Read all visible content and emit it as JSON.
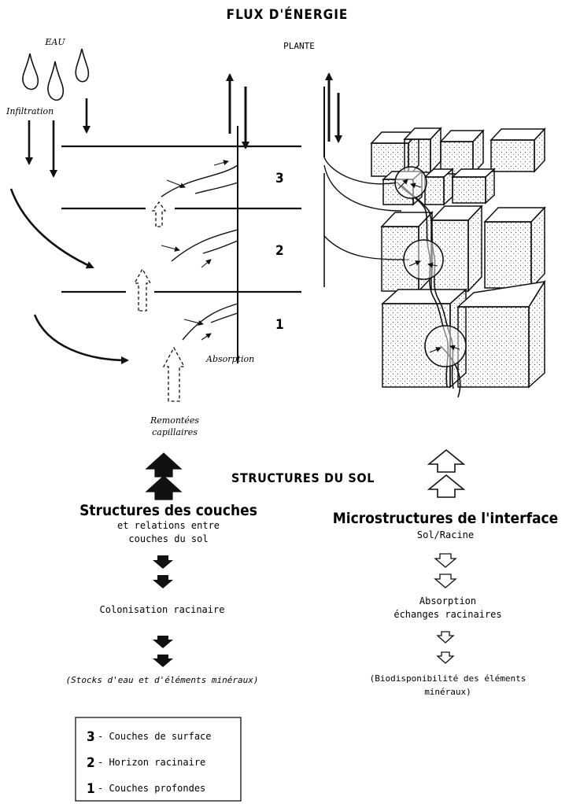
{
  "title": "FLUX D'ÉNERGIE",
  "labels": {
    "eau": "EAU",
    "infiltration": "Infiltration",
    "plante": "PLANTE",
    "absorption": "Absorption",
    "remontees_1": "Remontées",
    "remontees_2": "capillaires",
    "layer_3": "3",
    "layer_2": "2",
    "layer_1": "1"
  },
  "middle_heading": "STRUCTURES DU SOL",
  "left_column": {
    "heading": "Structures des couches",
    "sub_1": "et relations entre",
    "sub_2": "couches du sol",
    "step_1": "Colonisation racinaire",
    "step_2": "(Stocks d'eau et d'éléments minéraux)"
  },
  "right_column": {
    "heading": "Microstructures de l'interface",
    "sub_1": "Sol/Racine",
    "step_1a": "Absorption",
    "step_1b": "échanges racinaires",
    "step_2a": "(Biodisponibilité des éléments",
    "step_2b": "minéraux)"
  },
  "legend": [
    {
      "num": "3",
      "text": "- Couches de surface"
    },
    {
      "num": "2",
      "text": "- Horizon racinaire"
    },
    {
      "num": "1",
      "text": "- Couches profondes"
    }
  ]
}
